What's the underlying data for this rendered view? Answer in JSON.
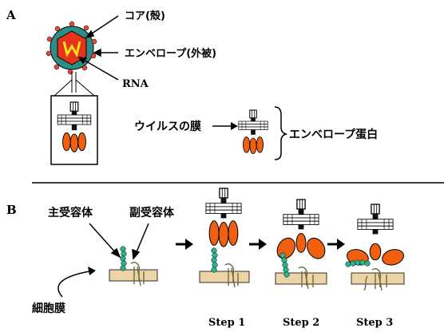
{
  "panel_a": {
    "letter": "A",
    "virion_labels": {
      "core": "コア(殻)",
      "envelope": "エンベロープ(外被)",
      "rna": "RNA"
    },
    "inset_labels": {
      "virus_membrane": "ウイルスの膜",
      "envelope_protein": "エンベロープ蛋白"
    }
  },
  "panel_b": {
    "letter": "B",
    "receptor_labels": {
      "primary_receptor": "主受容体",
      "secondary_receptor": "副受容体",
      "cell_membrane": "細胞膜"
    },
    "steps": [
      "Step 1",
      "Step 2",
      "Step 3"
    ]
  },
  "colors": {
    "protein_orange": "#f06010",
    "capsid_red": "#e8321c",
    "envelope_green": "#3aa89a",
    "rna_yellow": "#f2e21a",
    "receptor_green": "#2fb28e",
    "membrane_tan": "#ecd4a6"
  }
}
